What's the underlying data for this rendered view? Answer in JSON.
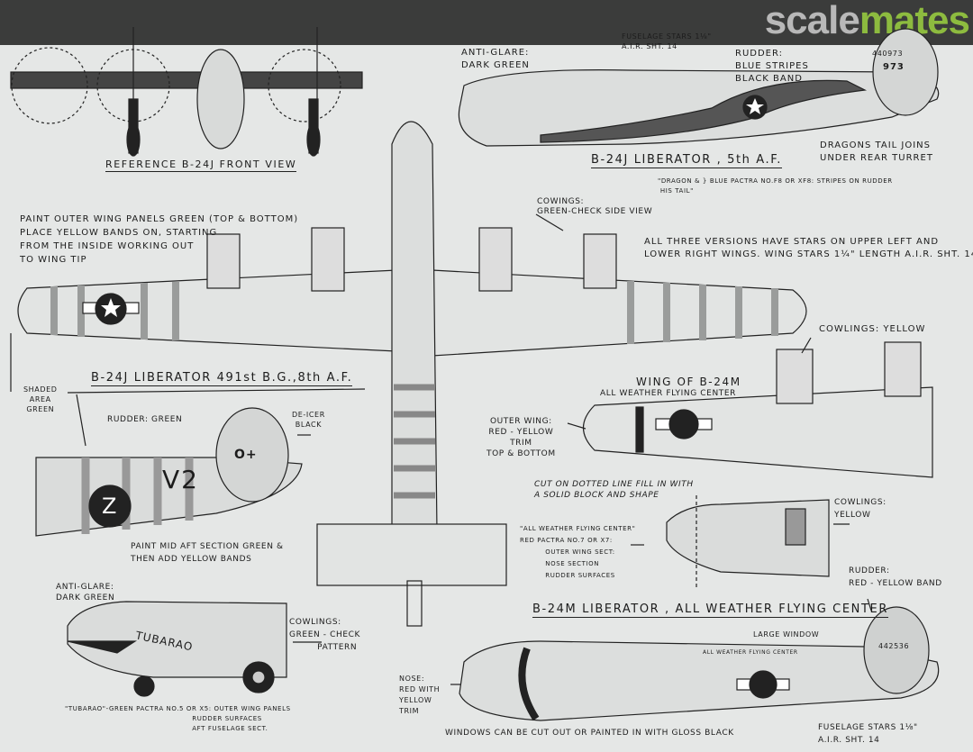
{
  "watermark": {
    "part1": "scale",
    "part2": "mates"
  },
  "titles": {
    "front_view": "REFERENCE B-24J FRONT VIEW",
    "b24j_5th": "B-24J LIBERATOR , 5th A.F.",
    "b24j_491": "B-24J LIBERATOR 491st B.G.,8th A.F.",
    "wing_b24m": "WING OF B-24M",
    "b24m": "B-24M LIBERATOR , ALL WEATHER FLYING CENTER"
  },
  "notes": {
    "anti_glare_top": "ANTI-GLARE:\nDARK GREEN",
    "fuselage_stars_top": "FUSELAGE STARS 1⅛\"\nA.I.R. SHT. 14",
    "rudder_blue": "RUDDER:\nBLUE STRIPES\nBLACK BAND",
    "tail_serial_small": "440973",
    "tail_serial_big": "973",
    "dragon_tail": "DRAGONS TAIL JOINS\nUNDER REAR TURRET",
    "dragon_paint": "\"DRAGON & } BLUE PACTRA NO.F8 or XF8: STRIPES ON RUDDER\n HIS TAIL\"",
    "cowings": "COWINGS:\nGREEN-CHECK SIDE VIEW",
    "all_three": "ALL THREE VERSIONS HAVE STARS ON UPPER LEFT AND\nLOWER RIGHT WINGS. WING STARS 1¼\" LENGTH A.I.R. SHT. 14",
    "paint_outer": "PAINT OUTER WING PANELS GREEN (TOP & BOTTOM)\nPLACE YELLOW BANDS ON, STARTING\nFROM THE INSIDE WORKING OUT\nTO WING TIP",
    "cowlings_yellow_wing": "COWLINGS: YELLOW",
    "all_weather_sub": "ALL WEATHER FLYING CENTER",
    "outer_wing": "OUTER WING:\nRED - YELLOW\nTRIM\nTOP & BOTTOM",
    "shaded": "SHADED\nAREA\nGREEN",
    "rudder_green": "RUDDER: GREEN",
    "de_icer": "DE-ICER\nBLACK",
    "code_v2": "V2",
    "code_z": "Z",
    "code_o": "O+",
    "paint_mid": "PAINT MID AFT SECTION GREEN &\nTHEN ADD YELLOW BANDS",
    "anti_glare_bottom": "ANTI-GLARE:\nDARK GREEN",
    "tubarao_name": "TUBARAO",
    "cowlings_green": "COWLINGS:\nGREEN - CHECK\n         PATTERN",
    "tubarao_paint": "\"TUBARAO\"-GREEN PACTRA NO.5 or X5: OUTER WING PANELS\n                                                  RUDDER SURFACES\n                                                  AFT FUSELAGE SECT.",
    "cut_dotted": "CUT ON DOTTED LINE FILL IN WITH\nA SOLID BLOCK AND SHAPE",
    "awfc_paint": "\"ALL WEATHER FLYING CENTER\"\nRED PACTRA NO.7 or X7:\n          OUTER WING SECT:\n          NOSE SECTION\n          RUDDER SURFACES",
    "cowlings_yellow_side": "COWLINGS:\nYELLOW",
    "rudder_red": "RUDDER:\nRED - YELLOW BAND",
    "large_window": "LARGE WINDOW",
    "awfc_fuselage": "ALL WEATHER FLYING CENTER",
    "tail_serial_m": "442536",
    "nose_red": "NOSE:\nRED WITH\nYELLOW\nTRIM",
    "windows": "WINDOWS CAN BE CUT OUT OR PAINTED IN WITH GLOSS BLACK",
    "fuselage_stars_bottom": "FUSELAGE STARS 1⅛\"\nA.I.R. SHT. 14"
  }
}
